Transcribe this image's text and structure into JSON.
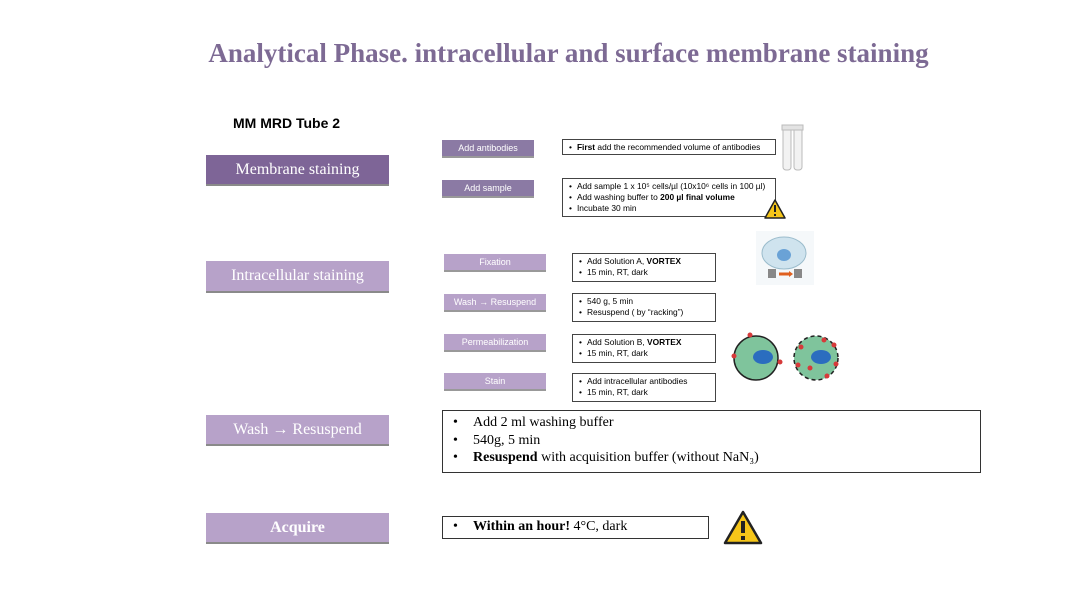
{
  "title": "Analytical Phase. intracellular and surface membrane staining",
  "tube_label": "MM MRD Tube 2",
  "steps": {
    "membrane": "Membrane staining",
    "intracellular": "Intracellular staining",
    "wash": "Wash → Resuspend",
    "acquire": "Acquire"
  },
  "protocol": {
    "add_antibodies": {
      "label": "Add antibodies",
      "line1_bold": "First",
      "line1_rest": " add the recommended volume of antibodies"
    },
    "add_sample": {
      "label": "Add sample",
      "line1": "Add sample 1 x 10⁵ cells/µl (10x10⁶ cells in 100 µl)",
      "line2_pre": "Add washing buffer to ",
      "line2_bold": "200 µl final volume",
      "line3": "Incubate 30 min"
    },
    "fixation": {
      "label": "Fixation",
      "line1_pre": "Add Solution A, ",
      "line1_bold": "VORTEX",
      "line2": "15 min, RT, dark"
    },
    "wash_resuspend": {
      "label": "Wash → Resuspend",
      "line1": "540 g, 5 min",
      "line2": "Resuspend ( by “racking”)"
    },
    "permeabilization": {
      "label": "Permeabilization",
      "line1_pre": "Add Solution B, ",
      "line1_bold": "VORTEX",
      "line2": "15 min, RT, dark"
    },
    "stain": {
      "label": "Stain",
      "line1": "Add intracellular antibodies",
      "line2": "15 min, RT, dark"
    }
  },
  "wash_box": {
    "line1": "Add 2 ml washing buffer",
    "line2": "540g, 5 min",
    "line3_bold": "Resuspend",
    "line3_rest": " with acquisition buffer (without NaN₃)"
  },
  "acquire_box": {
    "bold": "Within an hour!",
    "rest": " 4°C, dark"
  },
  "colors": {
    "title": "#7d6a94",
    "label_light": "#b7a2c9",
    "label_dark": "#7e6597",
    "warning": "#f6c619"
  }
}
